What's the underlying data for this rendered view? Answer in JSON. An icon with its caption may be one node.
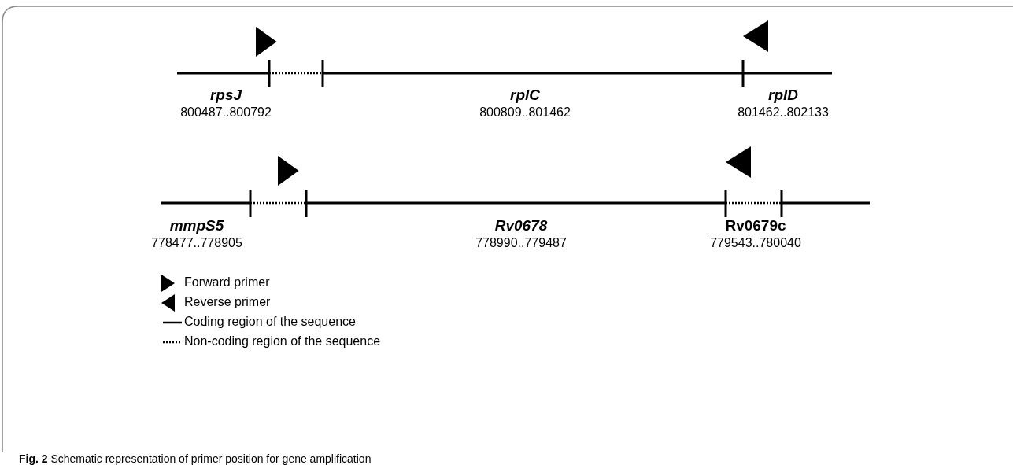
{
  "diagram": {
    "caption": "**Fig. 2** Schematic representation of primer position for gene amplification",
    "labels": [
      "rpsJ",
      "rplC",
      "rplD",
      "800487..800792",
      "800809..801462",
      "801462..802133",
      "mmpS5",
      "Rv0678",
      "Rv0679c",
      "778477..778905",
      "778990..779487",
      "779543..780040"
    ],
    "legend": [
      {
        "text": "Forward primer"
      },
      {
        "text": "Reverse primer"
      },
      {
        "text": "Coding region of the sequence"
      },
      {
        "text": "Non-coding region of the sequence"
      }
    ]
  }
}
